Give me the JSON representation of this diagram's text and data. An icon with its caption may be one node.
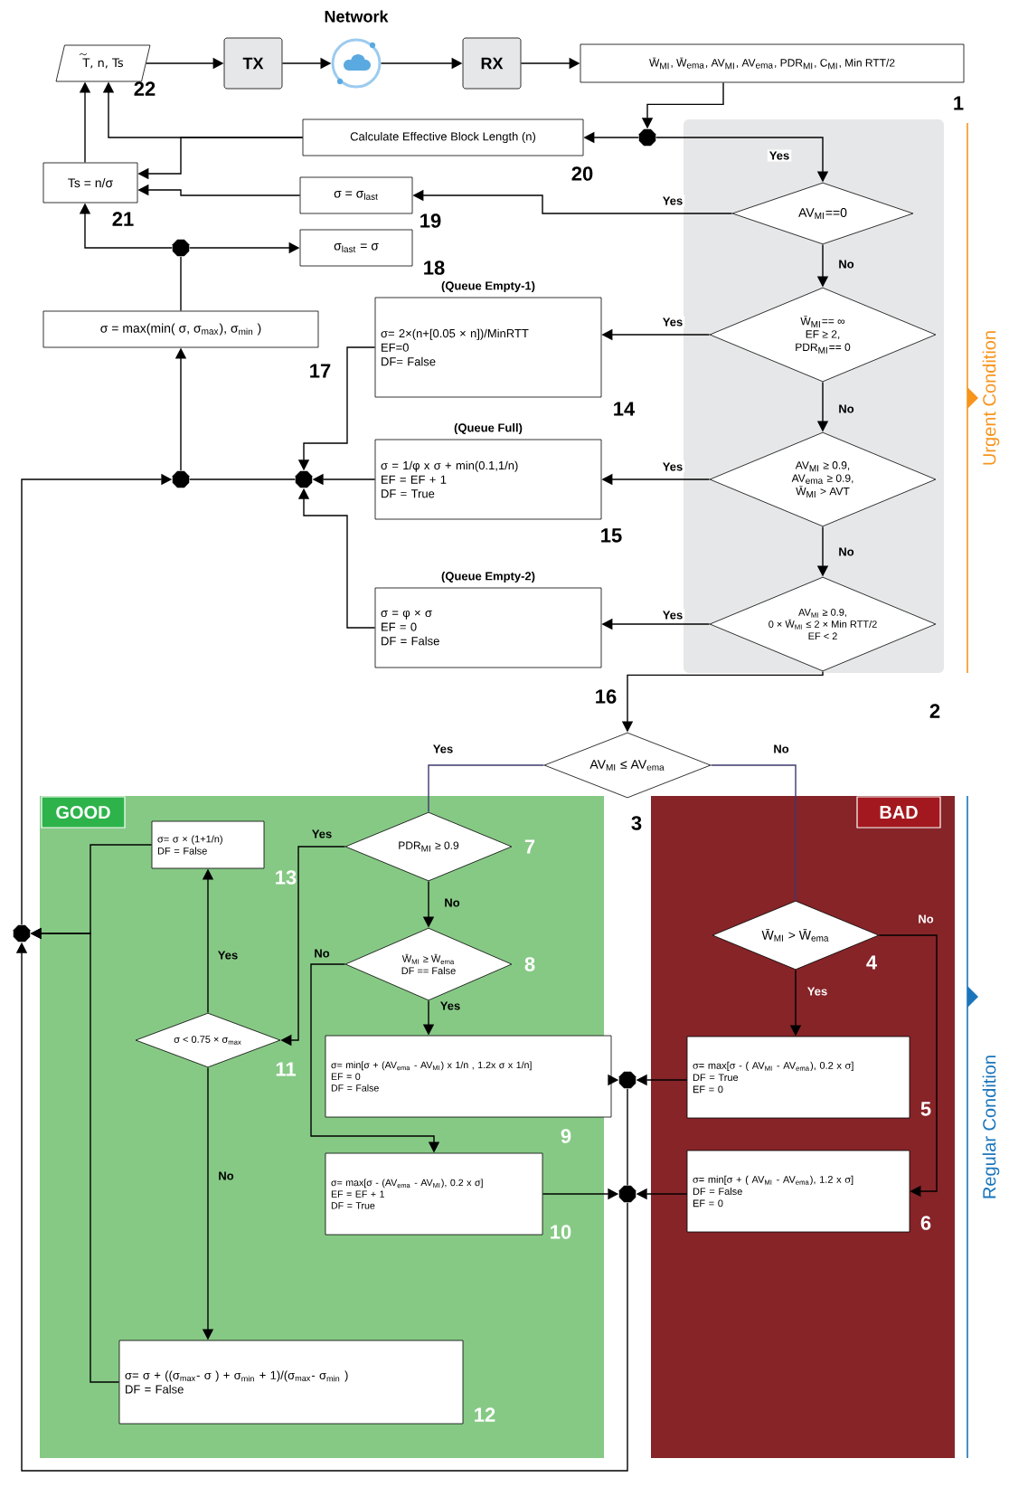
{
  "diagram": {
    "nodes": [
      {
        "text": [
          "T, n, Ts"
        ],
        "beside": [
          "22"
        ]
      },
      {
        "text": [
          "TX"
        ]
      },
      {
        "text": [],
        "shape": "cloud",
        "beside": [
          "Network"
        ]
      },
      {
        "text": [
          "RX"
        ]
      },
      {
        "text": [
          "W̄$_{MI}$, W̄$_{ema}$, AV$_{MI}$, AV$_{ema}$, PDR$_{MI}$, C$_{MI}$, Min RTT/2"
        ],
        "beside": [
          "1"
        ]
      },
      {
        "text": [],
        "shape": "circle"
      },
      {
        "text": [
          "Calculate Effective Block Length (n)"
        ],
        "beside": [
          "20"
        ]
      },
      {
        "text": [
          "Ts = n/σ"
        ],
        "beside": [
          "21"
        ]
      },
      {
        "text": [
          "σ = σ$_{last}$"
        ],
        "beside": [
          "19"
        ]
      },
      {
        "text": [
          "AV$_{MI}$==0"
        ]
      },
      {
        "text": [],
        "shape": "circle"
      },
      {
        "text": [
          "σ$_{last}$ = σ"
        ],
        "beside": [
          "18"
        ]
      },
      {
        "text": [
          "σ = max(min( σ, σ$_{max}$), σ$_{min}$ )"
        ]
      },
      {
        "text": [
          "(Queue Empty-1)",
          "σ= 2×(n+[0.05 × n])/MinRTT",
          "EF=0",
          "DF= False"
        ],
        "beside": [
          "14"
        ]
      },
      {
        "text": [
          "W̄$_{MI}$== ∞",
          "EF ≥ 2,",
          "PDR$_{MI}$== 0"
        ]
      },
      {
        "text": [],
        "shape": "circle"
      },
      {
        "text": [],
        "shape": "circle"
      },
      {
        "text": [
          "(Queue Full)",
          "σ = 1/φ x σ + min(0.1,1/n)",
          "EF = EF + 1",
          "DF = True"
        ],
        "beside": [
          "15"
        ]
      },
      {
        "text": [
          "AV$_{MI}$ ≥ 0.9,",
          "AV$_{ema}$ ≥ 0.9,",
          "W̄$_{MI}$ > AVT"
        ]
      },
      {
        "text": [
          "(Queue Empty-2)",
          "σ = φ × σ",
          "EF = 0",
          "DF = False"
        ],
        "beside": [
          "16"
        ]
      },
      {
        "text": [
          "AV$_{MI}$ ≥ 0.9,",
          "0 × W̄$_{MI}$ ≤ 2 × Min RTT/2",
          "EF < 2"
        ]
      },
      {
        "text": [
          "AV$_{MI}$ ≤ AV$_{ema}$"
        ],
        "beside": [
          "3"
        ]
      },
      {
        "text": [
          "GOOD"
        ]
      },
      {
        "text": [
          "BAD"
        ]
      },
      {
        "text": [
          "PDR$_{MI}$ ≥ 0.9"
        ],
        "in": 22,
        "beside": [
          "7"
        ]
      },
      {
        "text": [
          "W̄$_{MI}$ ≥ W̄$_{ema}$",
          "DF == False"
        ],
        "in": 22,
        "beside": [
          "8"
        ]
      },
      {
        "text": [
          "σ= σ × (1+1/n)",
          "DF = False"
        ],
        "in": 22,
        "beside": [
          "13"
        ]
      },
      {
        "text": [
          "σ < 0.75 × σ$_{max}$"
        ],
        "in": 22,
        "beside": [
          "11"
        ]
      },
      {
        "text": [
          "σ= min[σ + (AV$_{ema}$ - AV$_{MI}$) x 1/n , 1.2x σ x 1/n]",
          "EF = 0",
          "DF = False"
        ],
        "in": 22,
        "beside": [
          "9"
        ]
      },
      {
        "text": [
          "σ= max[σ - (AV$_{ema}$ - AV$_{MI}$), 0.2 x σ]",
          "EF = EF + 1",
          "DF = True"
        ],
        "in": 22,
        "beside": [
          "10"
        ]
      },
      {
        "text": [
          "σ= σ + ((σ$_{max}$- σ ) + σ$_{min}$ + 1)/(σ$_{max}$- σ$_{min}$ )",
          "DF = False"
        ],
        "in": 22,
        "beside": [
          "12"
        ]
      },
      {
        "text": [
          "W̄$_{MI}$ > W̄$_{ema}$"
        ],
        "in": 23,
        "beside": [
          "4"
        ]
      },
      {
        "text": [
          "σ= max[σ - ( AV$_{MI}$ - AV$_{ema}$), 0.2 x σ]",
          "DF = True",
          "EF = 0"
        ],
        "in": 23,
        "beside": [
          "5"
        ]
      },
      {
        "text": [
          "σ= min[σ + ( AV$_{MI}$ - AV$_{ema}$), 1.2 x σ]",
          "DF = False",
          "EF = 0"
        ],
        "in": 23,
        "beside": [
          "6"
        ]
      },
      {
        "text": [],
        "shape": "circle"
      },
      {
        "text": [],
        "shape": "circle"
      },
      {
        "text": [],
        "shape": "circle"
      }
    ],
    "edges": [
      {
        "from": 0,
        "to": 1,
        "arrow": "to"
      },
      {
        "from": 1,
        "to": 2,
        "arrow": "to"
      },
      {
        "from": 2,
        "to": 3,
        "arrow": "to"
      },
      {
        "from": 3,
        "to": 4,
        "arrow": "to"
      },
      {
        "from": 4,
        "to": 5,
        "arrow": "to"
      },
      {
        "from": 5,
        "to": 6,
        "arrow": "to"
      },
      {
        "from": 5,
        "to": 9,
        "arrow": "to",
        "label": "Yes"
      },
      {
        "from": 6,
        "to": 0,
        "arrow": "to"
      },
      {
        "from": 6,
        "to": 7,
        "arrow": "to"
      },
      {
        "from": 7,
        "to": 0,
        "arrow": "to"
      },
      {
        "from": 9,
        "to": 8,
        "arrow": "to",
        "label": "Yes"
      },
      {
        "from": 8,
        "to": 7,
        "arrow": "to"
      },
      {
        "from": 10,
        "to": 7,
        "arrow": "to"
      },
      {
        "from": 10,
        "to": 11,
        "arrow": "to"
      },
      {
        "from": 12,
        "to": 10,
        "arrow": "none"
      },
      {
        "from": 15,
        "to": 12,
        "arrow": "to"
      },
      {
        "from": 9,
        "to": 14,
        "arrow": "to",
        "label": "No"
      },
      {
        "from": 14,
        "to": 13,
        "arrow": "to",
        "label": "Yes"
      },
      {
        "from": 14,
        "to": 18,
        "arrow": "to",
        "label": "No"
      },
      {
        "from": 18,
        "to": 17,
        "arrow": "to",
        "label": "Yes"
      },
      {
        "from": 18,
        "to": 20,
        "arrow": "to",
        "label": "No"
      },
      {
        "from": 20,
        "to": 19,
        "arrow": "to",
        "label": "Yes"
      },
      {
        "from": 13,
        "to": 16,
        "arrow": "to"
      },
      {
        "from": 17,
        "to": 16,
        "arrow": "to"
      },
      {
        "from": 19,
        "to": 16,
        "arrow": "to"
      },
      {
        "from": 16,
        "to": 15,
        "arrow": "none"
      },
      {
        "from": 36,
        "to": 15,
        "arrow": "to"
      },
      {
        "from": 20,
        "to": 21,
        "arrow": "to"
      },
      {
        "from": 21,
        "to": 24,
        "arrow": "none",
        "label": "Yes",
        "color": "#3d3a6e"
      },
      {
        "from": 21,
        "to": 31,
        "arrow": "none",
        "label": "No",
        "color": "#3d3a6e"
      },
      {
        "from": 24,
        "to": 25,
        "arrow": "to",
        "label": "No"
      },
      {
        "from": 24,
        "to": 27,
        "arrow": "to",
        "label": "Yes"
      },
      {
        "from": 25,
        "to": 28,
        "arrow": "to",
        "label": "Yes"
      },
      {
        "from": 25,
        "to": 29,
        "arrow": "to",
        "label": "No"
      },
      {
        "from": 27,
        "to": 26,
        "arrow": "to",
        "label": "Yes"
      },
      {
        "from": 27,
        "to": 30,
        "arrow": "to",
        "label": "No"
      },
      {
        "from": 26,
        "to": 36,
        "arrow": "to"
      },
      {
        "from": 30,
        "to": 36,
        "arrow": "to"
      },
      {
        "from": 28,
        "to": 34,
        "arrow": "to"
      },
      {
        "from": 29,
        "to": 35,
        "arrow": "to"
      },
      {
        "from": 31,
        "to": 32,
        "arrow": "to",
        "label": "Yes"
      },
      {
        "from": 31,
        "to": 33,
        "arrow": "to",
        "label": "No"
      },
      {
        "from": 32,
        "to": 34,
        "arrow": "to"
      },
      {
        "from": 33,
        "to": 35,
        "arrow": "to"
      },
      {
        "from": 34,
        "to": 35,
        "arrow": "none"
      },
      {
        "from": 35,
        "to": 36,
        "arrow": "to"
      }
    ],
    "labels": [
      "17",
      "2",
      "Urgent Condition",
      "Regular Condition"
    ]
  }
}
